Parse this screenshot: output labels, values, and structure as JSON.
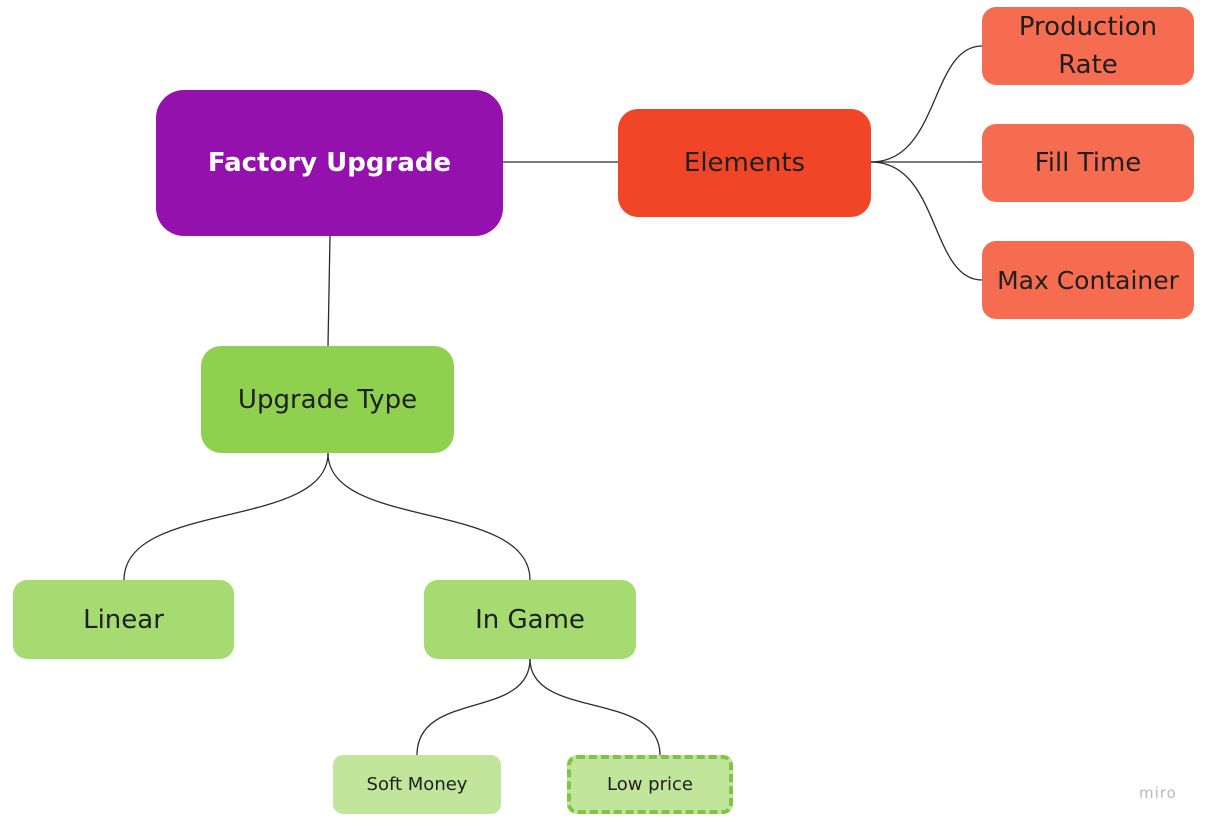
{
  "mindmap": {
    "root": {
      "label": "Factory Upgrade",
      "color": "#9411ad"
    },
    "elements": {
      "label": "Elements",
      "color": "#f04627",
      "children": [
        {
          "label": "Production Rate",
          "color": "#f56c50"
        },
        {
          "label": "Fill Time",
          "color": "#f56c50"
        },
        {
          "label": "Max Container",
          "color": "#f56c50"
        }
      ]
    },
    "upgrade_type": {
      "label": "Upgrade Type",
      "color": "#8fd14f",
      "children": [
        {
          "label": "Linear",
          "color": "#a6db72"
        },
        {
          "label": "In Game",
          "color": "#a6db72",
          "children": [
            {
              "label": "Soft Money",
              "color": "#c0e59b"
            },
            {
              "label": "Low price",
              "color": "#c0e59b",
              "border": "dashed"
            }
          ]
        }
      ]
    }
  },
  "watermark": {
    "label": "miro"
  }
}
